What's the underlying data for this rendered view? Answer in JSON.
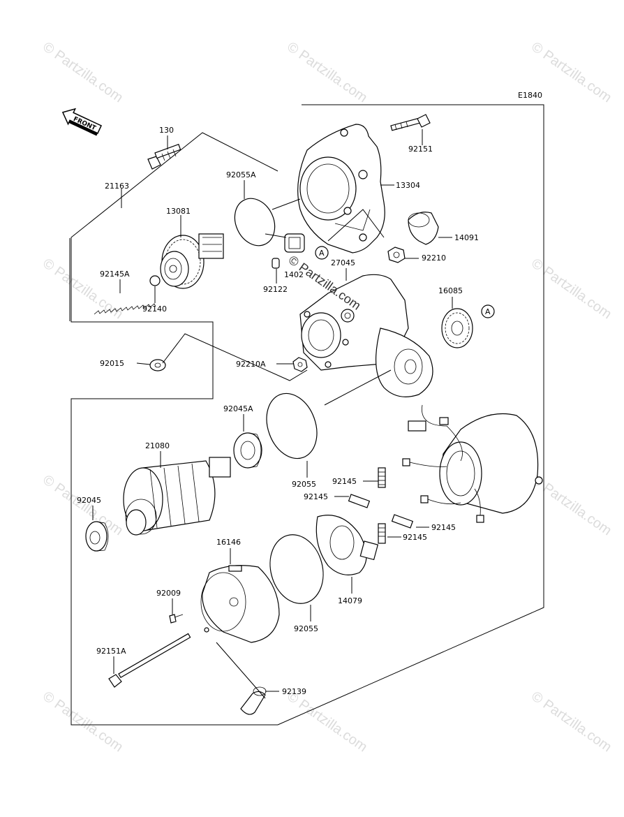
{
  "diagram_code": "E1840",
  "front_label": "FRONT",
  "watermark": "© Partzilla.com",
  "center_watermark": "© Partzilla.com",
  "ref_marker": "A",
  "labels": {
    "p130": "130",
    "p92151": "92151",
    "p21163": "21163",
    "p92055A": "92055A",
    "p13304": "13304",
    "p13081": "13081",
    "p14091": "14091",
    "p27045": "27045",
    "p92210": "92210",
    "p92145A": "92145A",
    "p92122": "92122",
    "p1402x": "1402",
    "p92140": "92140",
    "p16085": "16085",
    "p92015": "92015",
    "p92210A": "92210A",
    "p92045A": "92045A",
    "p21080": "21080",
    "p92055a": "92055",
    "p92145a": "92145",
    "p92145b": "92145",
    "p92145c": "92145",
    "p92145d": "92145",
    "p92045": "92045",
    "p16146": "16146",
    "p92009": "92009",
    "p14079": "14079",
    "p92055b": "92055",
    "p92151A": "92151A",
    "p92139": "92139"
  }
}
